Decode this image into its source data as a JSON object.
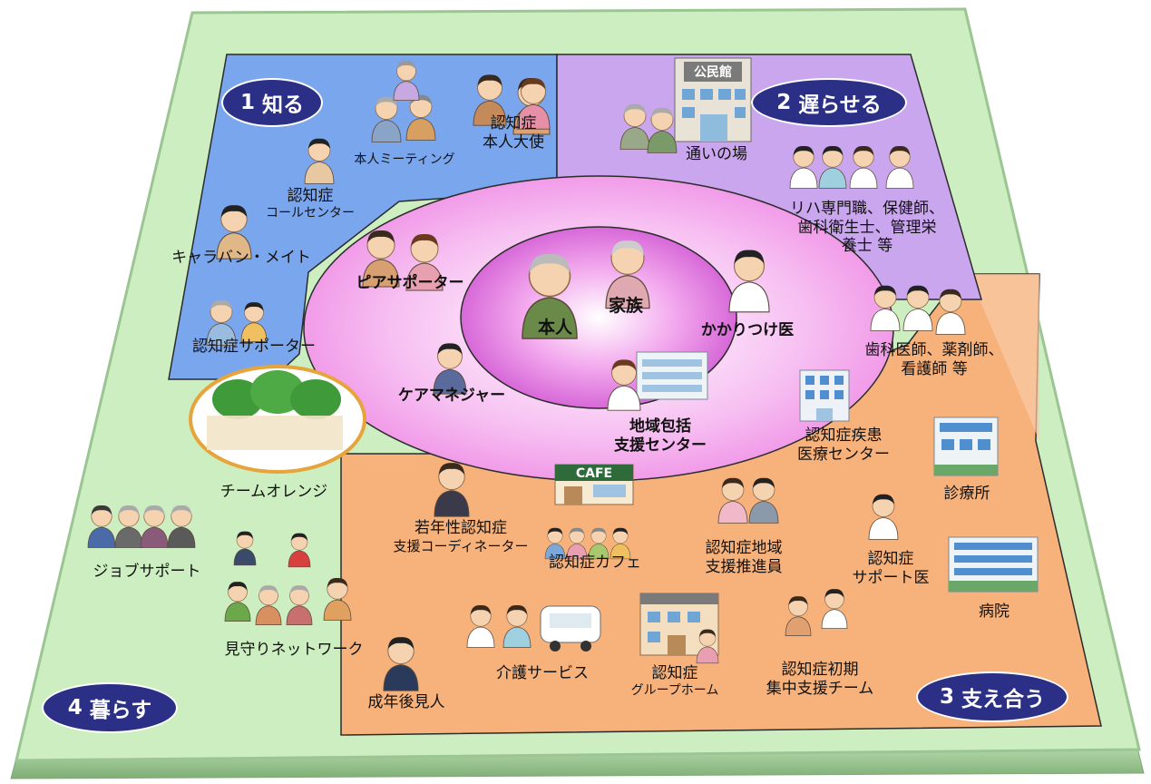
{
  "quadrants": {
    "q1": {
      "number": "1",
      "title": "知る",
      "color": "#7aa6ee"
    },
    "q2": {
      "number": "2",
      "title": "遅らせる",
      "color": "#c9a6ee"
    },
    "q3": {
      "number": "3",
      "title": "支え合う",
      "color": "#f7b27c"
    },
    "q4": {
      "number": "4",
      "title": "暮らす",
      "color": "#cdeec0"
    }
  },
  "center": {
    "patient": "本人",
    "family": "家族",
    "inner_ring_color": "#e07ee0",
    "outer_ring_color": "#f3a6ee"
  },
  "labels": {
    "honnin_meeting": "本人ミーティング",
    "ambassador_line1": "認知症",
    "ambassador_line2": "本人大使",
    "call_center_line1": "認知症",
    "call_center_line2": "コールセンター",
    "caravan_mate": "キャラバン・メイト",
    "supporter": "認知症サポーター",
    "peer_supporter": "ピアサポーター",
    "care_manager": "ケアマネジャー",
    "houkatsu_line1": "地域包括",
    "houkatsu_line2": "支援センター",
    "family_doctor": "かかりつけ医",
    "kayoi_no_ba": "通いの場",
    "kouminkan_sign": "公民館",
    "rehab_line1": "リハ専門職、保健師、",
    "rehab_line2": "歯科衛生士、管理栄",
    "rehab_line3": "養士 等",
    "dentist_line1": "歯科医師、薬剤師、",
    "dentist_line2": "看護師 等",
    "medical_center_line1": "認知症疾患",
    "medical_center_line2": "医療センター",
    "clinic": "診療所",
    "team_orange": "チームオレンジ",
    "young_coord_line1": "若年性認知症",
    "young_coord_line2": "支援コーディネーター",
    "cafe": "認知症カフェ",
    "cafe_sign": "CAFE",
    "promoter_line1": "認知症地域",
    "promoter_line2": "支援推進員",
    "support_doctor_line1": "認知症",
    "support_doctor_line2": "サポート医",
    "hospital": "病院",
    "job_support": "ジョブサポート",
    "watch_network": "見守りネットワーク",
    "care_service": "介護サービス",
    "group_home_line1": "認知症",
    "group_home_line2": "グループホーム",
    "early_team_line1": "認知症初期",
    "early_team_line2": "集中支援チーム",
    "guardian": "成年後見人"
  }
}
